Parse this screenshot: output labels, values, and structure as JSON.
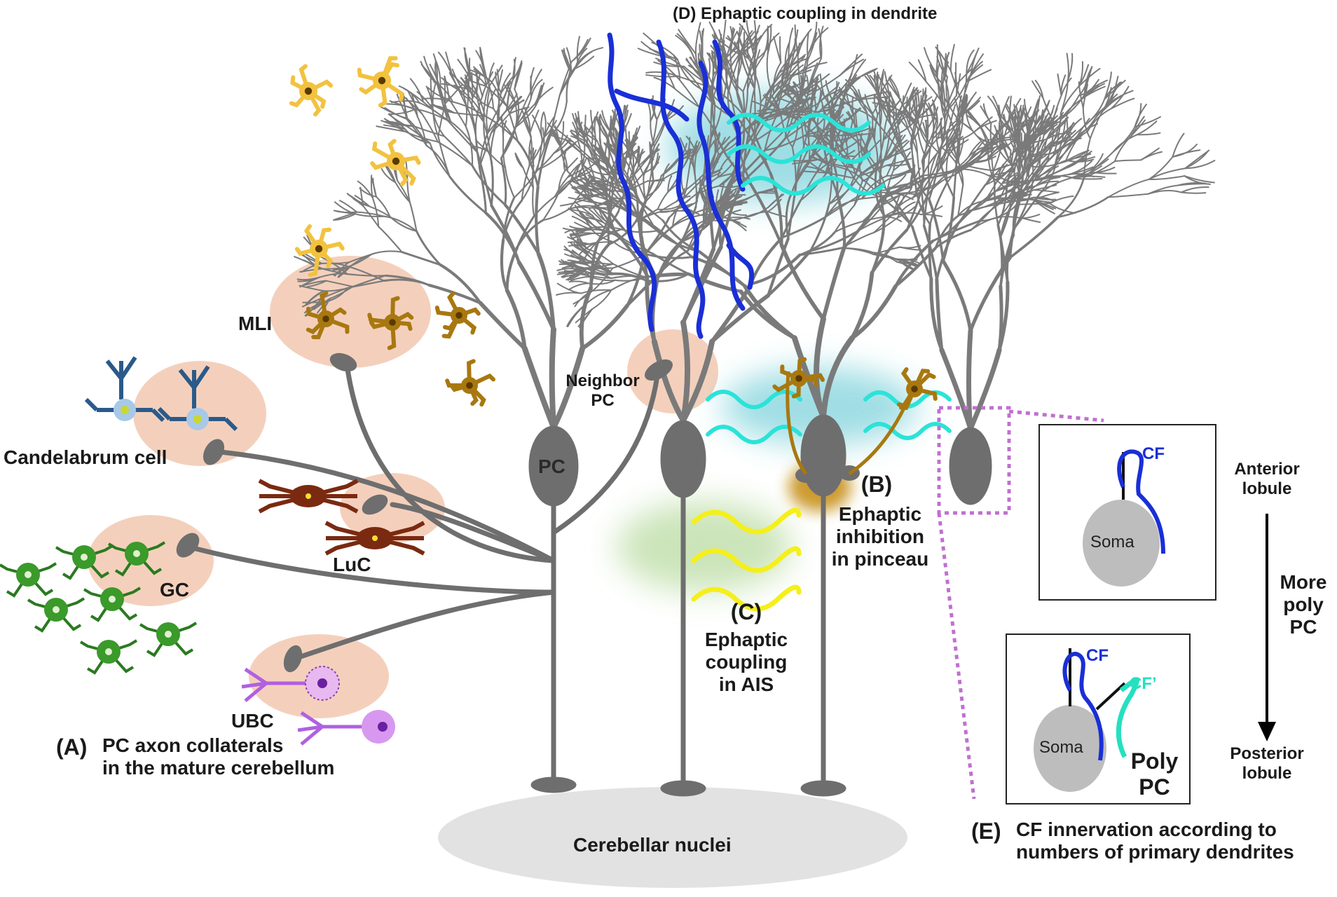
{
  "colors": {
    "pc": "#7a7a7a",
    "cf": "#1a2fd6",
    "cf_prime": "#25e0c0",
    "ephaptic_yellow": "#f5ef1a",
    "ephaptic_cyan": "#2be3d8",
    "mli": "#a87810",
    "stellate": "#f2c240",
    "gc": "#3a9a2a",
    "luc": "#7a2a10",
    "ubc": "#b060e0",
    "candelabrum": "#2a5a8a",
    "halo": "#f2c8b0",
    "nuclei": "#e2e2e2",
    "dotted": "#c070d0"
  },
  "labels": {
    "title_d": "(D) Ephaptic coupling in dendrite",
    "mli": "MLI",
    "candelabrum": "Candelabrum cell",
    "luc": "LuC",
    "gc": "GC",
    "ubc": "UBC",
    "pc": "PC",
    "neighbor_pc_1": "Neighbor",
    "neighbor_pc_2": "PC",
    "a_tag": "(A)",
    "a_line1": "PC axon collaterals",
    "a_line2": "in the mature cerebellum",
    "b_tag": "(B)",
    "b_line1": "Ephaptic",
    "b_line2": "inhibition",
    "b_line3": "in pinceau",
    "c_tag": "(C)",
    "c_line1": "Ephaptic",
    "c_line2": "coupling",
    "c_line3": "in AIS",
    "nuclei": "Cerebellar nuclei",
    "e_tag": "(E)",
    "e_line1": "CF innervation according to",
    "e_line2": "numbers of primary dendrites",
    "box1_cf": "CF",
    "box1_soma": "Soma",
    "box2_cf": "CF",
    "box2_cf_prime": "CF’",
    "box2_soma": "Soma",
    "box2_poly1": "Poly",
    "box2_poly2": "PC",
    "anterior1": "Anterior",
    "anterior2": "lobule",
    "more1": "More",
    "more2": "poly",
    "more3": "PC",
    "posterior1": "Posterior",
    "posterior2": "lobule"
  }
}
